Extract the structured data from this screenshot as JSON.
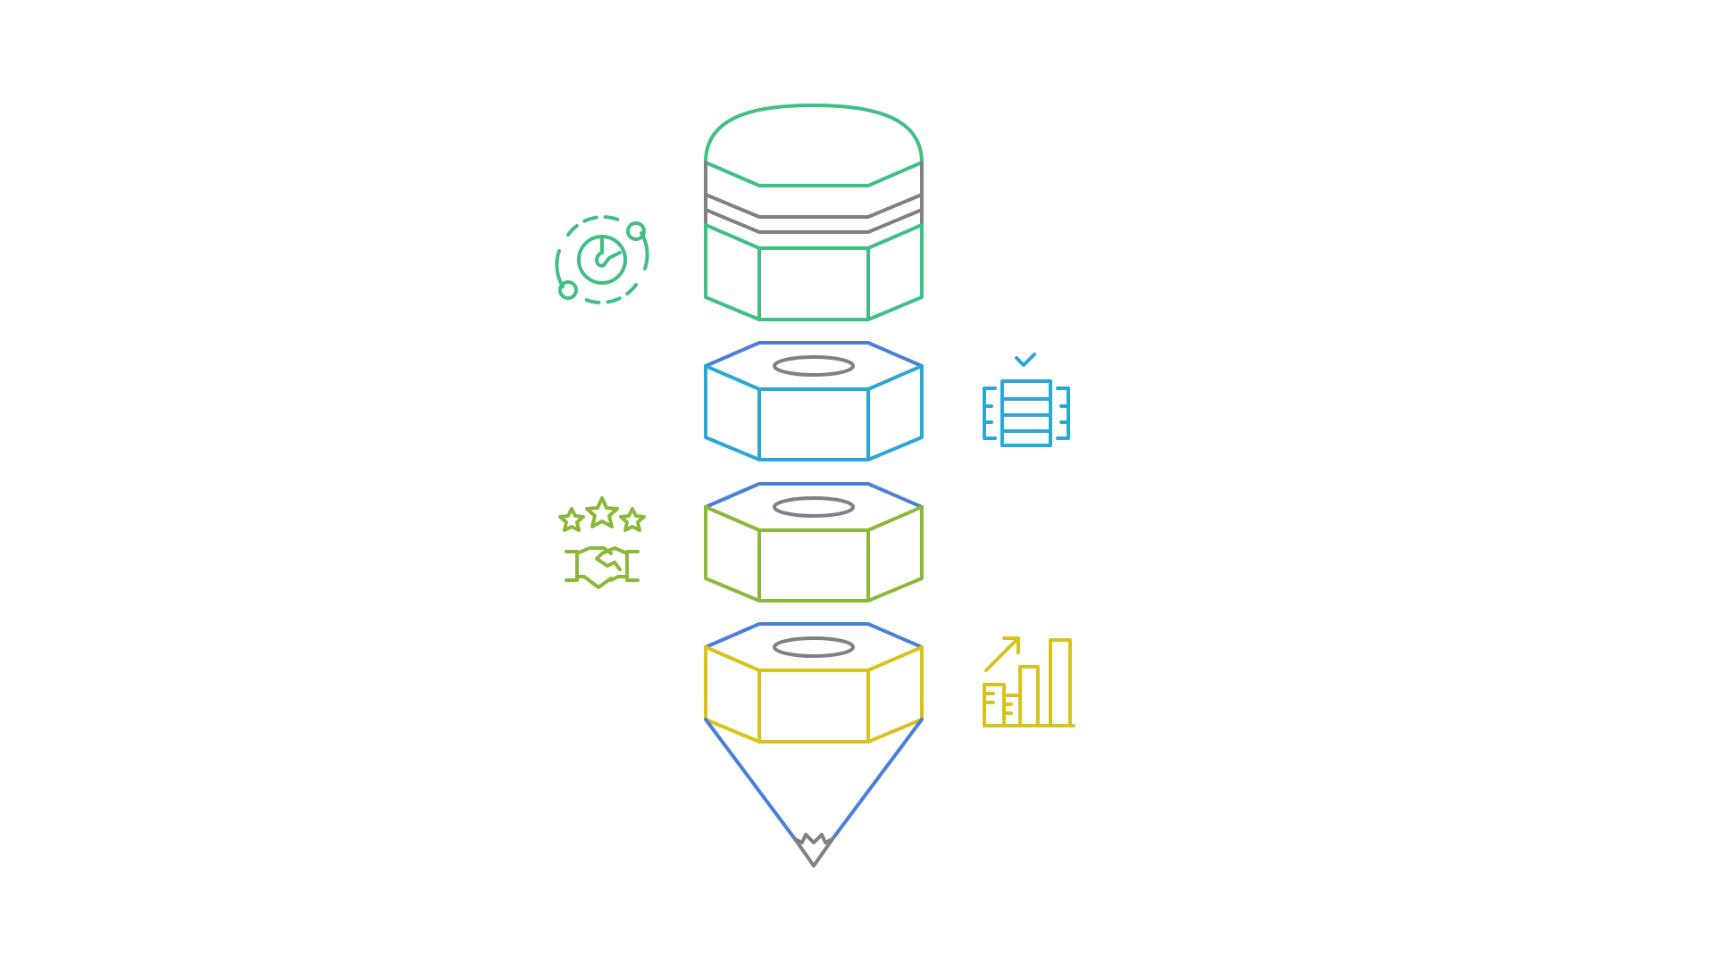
{
  "diagram": {
    "type": "stacked-pencil-layers",
    "layers": [
      {
        "id": "layer-1",
        "icon": "timer-orbit-icon",
        "icon_side": "left",
        "color": "#3fbf84"
      },
      {
        "id": "layer-2",
        "icon": "stacked-checklist-icon",
        "icon_side": "right",
        "color": "#29a8d6"
      },
      {
        "id": "layer-3",
        "icon": "stars-handshake-icon",
        "icon_side": "left",
        "color": "#8cb83a"
      },
      {
        "id": "layer-4",
        "icon": "growth-bar-chart-icon",
        "icon_side": "right",
        "color": "#d9c21a"
      }
    ],
    "colors": {
      "edge_blue": "#4a7fd9",
      "edge_gray": "#808080",
      "green": "#3fbf84",
      "cyan": "#29a8d6",
      "olive": "#8cb83a",
      "yellow": "#d9c21a"
    }
  }
}
